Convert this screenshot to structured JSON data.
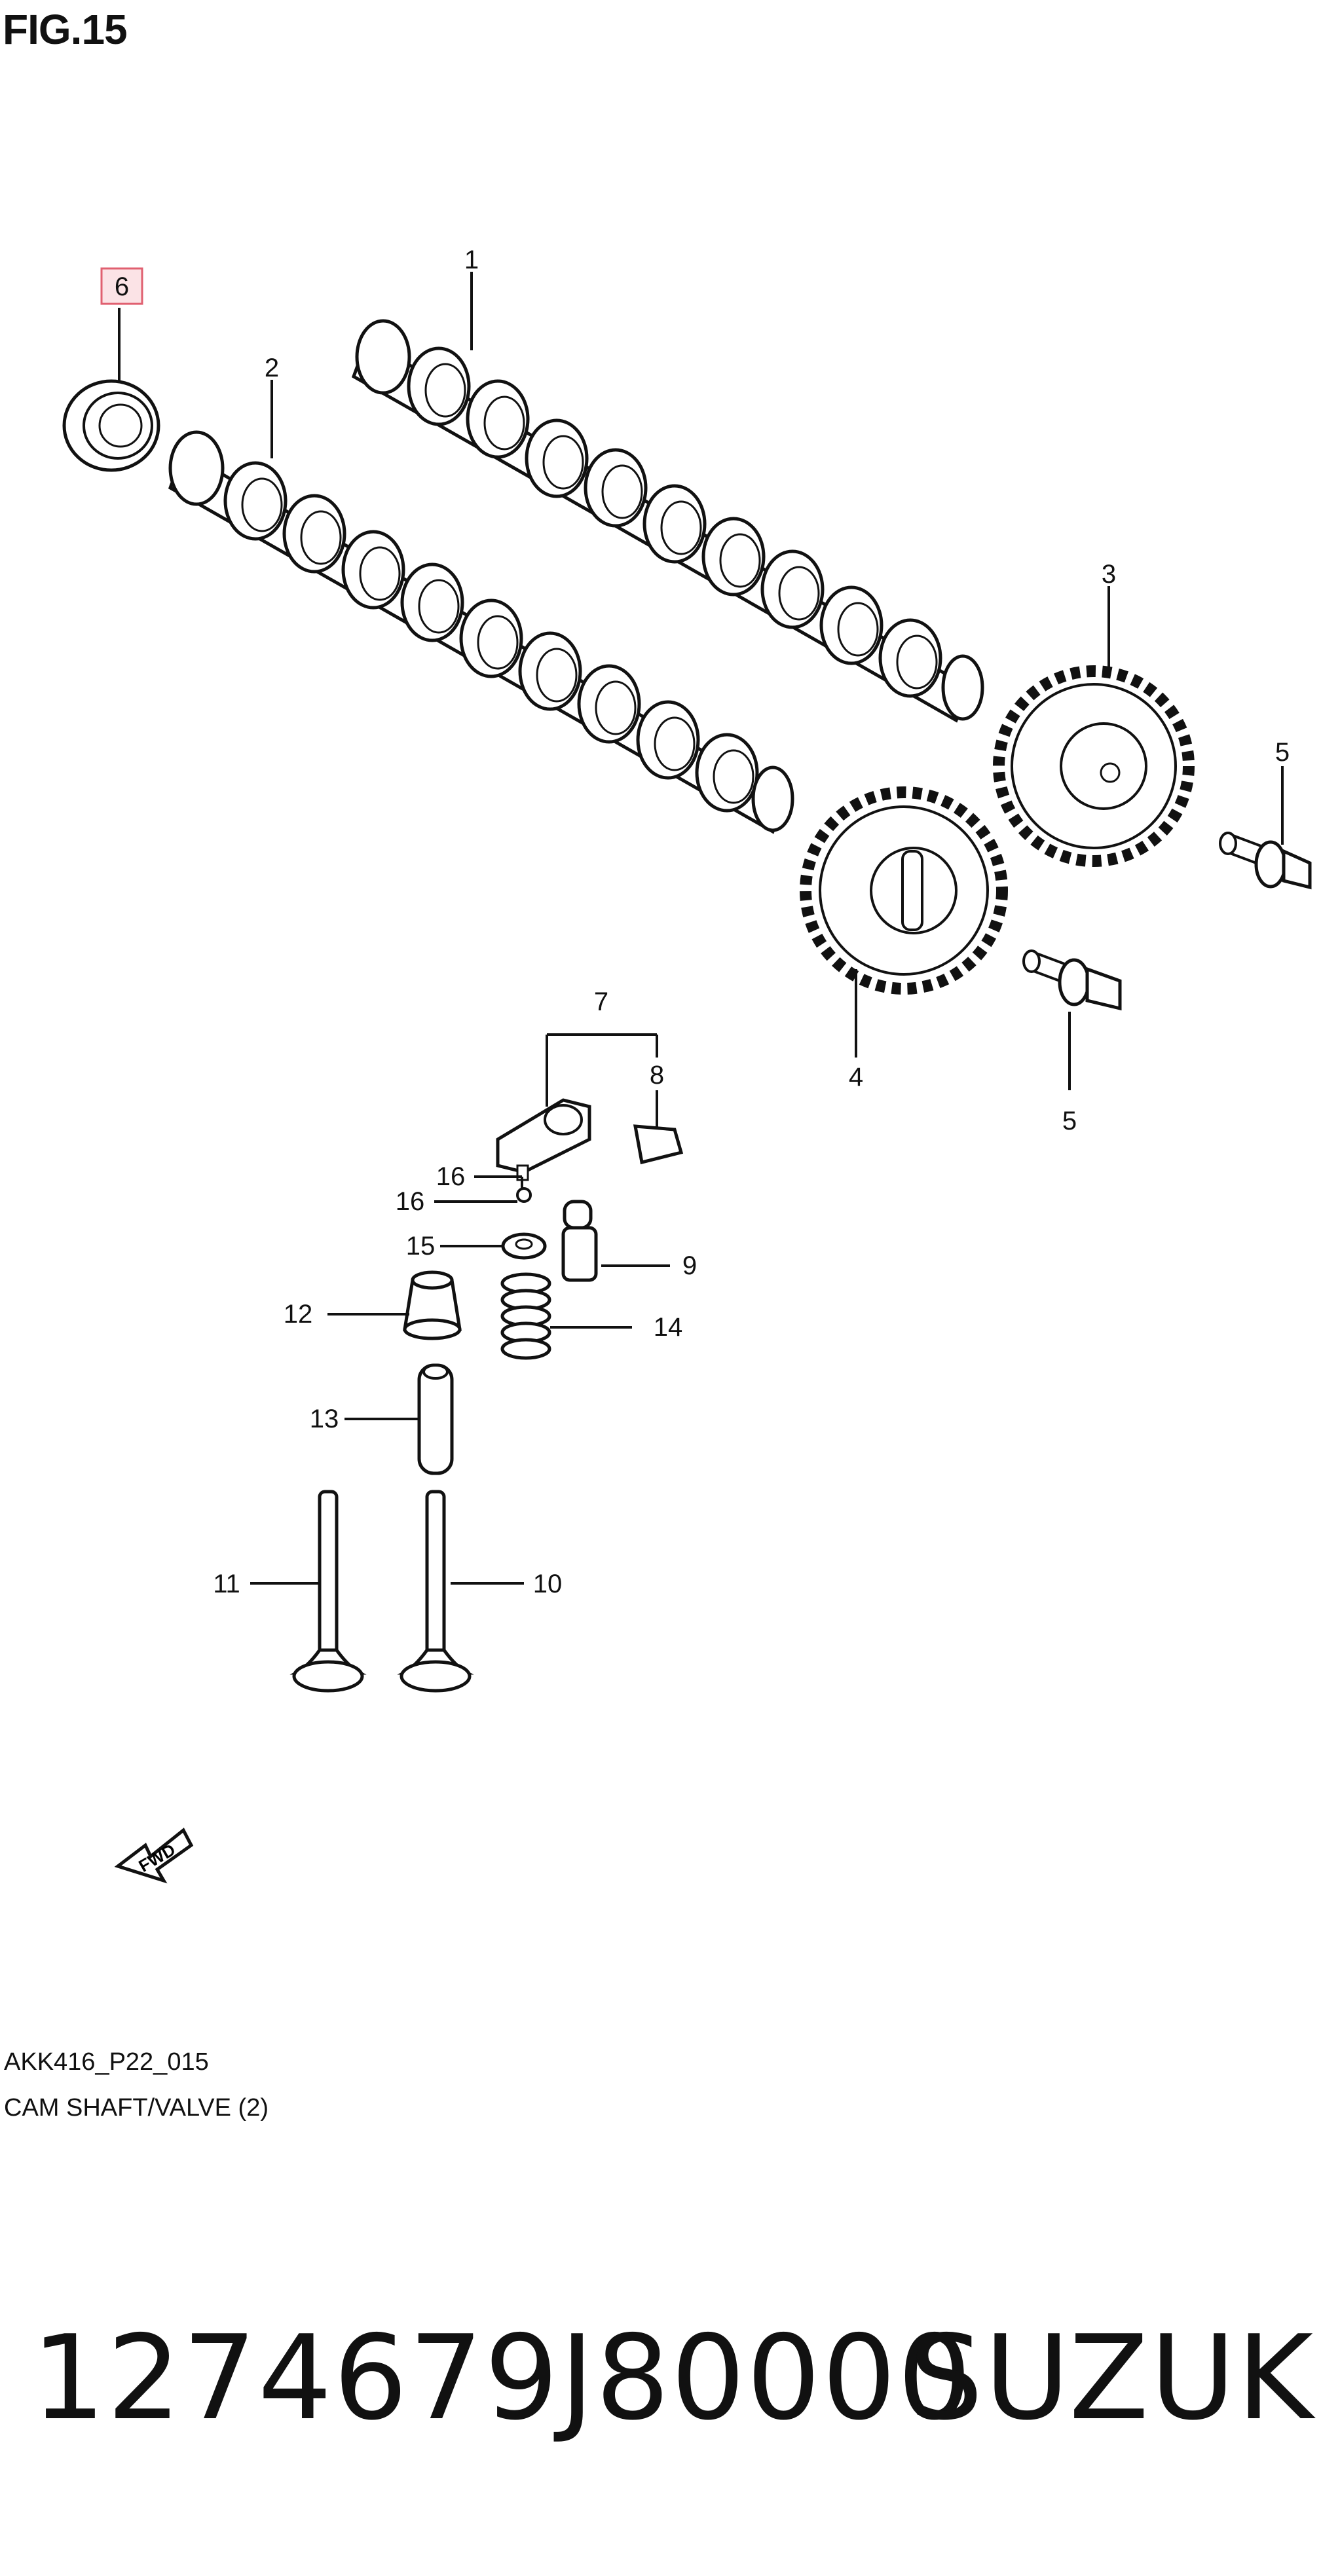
{
  "figure": {
    "title": "FIG.15",
    "code": "AKK416_P22_015",
    "caption": "CAM SHAFT/VALVE (2)"
  },
  "callouts": [
    {
      "id": "c1",
      "label": "1"
    },
    {
      "id": "c2",
      "label": "2"
    },
    {
      "id": "c3",
      "label": "3"
    },
    {
      "id": "c4",
      "label": "4"
    },
    {
      "id": "c5a",
      "label": "5"
    },
    {
      "id": "c5b",
      "label": "5"
    },
    {
      "id": "c6",
      "label": "6",
      "highlighted": true
    },
    {
      "id": "c7",
      "label": "7"
    },
    {
      "id": "c8",
      "label": "8"
    },
    {
      "id": "c9",
      "label": "9"
    },
    {
      "id": "c10",
      "label": "10"
    },
    {
      "id": "c11",
      "label": "11"
    },
    {
      "id": "c12",
      "label": "12"
    },
    {
      "id": "c13",
      "label": "13"
    },
    {
      "id": "c14",
      "label": "14"
    },
    {
      "id": "c15",
      "label": "15"
    },
    {
      "id": "c16a",
      "label": "16"
    },
    {
      "id": "c16b",
      "label": "16"
    }
  ],
  "fwd_arrow": {
    "label": "FWD"
  },
  "footer": {
    "part_number": "1274679J80000",
    "brand": "SUZUKI"
  },
  "colors": {
    "highlight_fill": "#fbe3e6",
    "highlight_border": "#e06070",
    "line": "#111111"
  }
}
